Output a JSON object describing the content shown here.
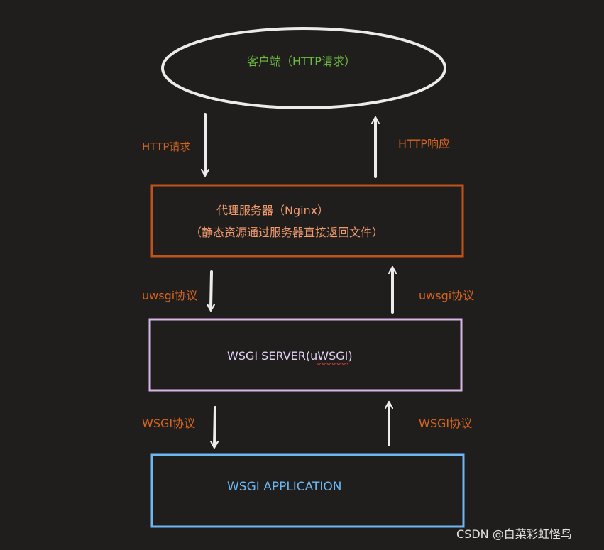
{
  "colors": {
    "background": "#1f1e1d",
    "orange": "#d5641f",
    "client_text": "#6dbb3f",
    "client_ellipse": "#ebebeb",
    "proxy_border": "#c0531a",
    "proxy_text": "#f09a6e",
    "server_border": "#d8b6e8",
    "server_text": "#e2d2f4",
    "app_border": "#6eb7f2",
    "app_text": "#6eb7f2",
    "arrow": "#ececec"
  },
  "client": {
    "label": "客户端（HTTP请求）"
  },
  "arrows": {
    "http_request": "HTTP请求",
    "http_response": "HTTP响应",
    "uwsgi_down": "uwsgi协议",
    "uwsgi_up": "uwsgi协议",
    "wsgi_down": "WSGI协议",
    "wsgi_up": "WSGI协议"
  },
  "proxy": {
    "title": "代理服务器（Nginx）",
    "subtitle": "（静态资源通过服务器直接返回文件）"
  },
  "server": {
    "label_prefix": "WSGI SERVER(u",
    "label_squiggle": "WSGI",
    "label_suffix": ")"
  },
  "application": {
    "label": "WSGI APPLICATION"
  },
  "watermark": {
    "text": "CSDN @白菜彩虹怪鸟"
  }
}
